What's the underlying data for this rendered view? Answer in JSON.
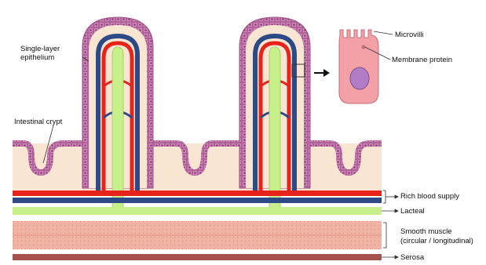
{
  "labels": {
    "epithelium_line1": "Single-layer",
    "epithelium_line2": "epithelium",
    "crypt": "Intestinal crypt",
    "microvilli": "Microvilli",
    "membrane_protein": "Membrane protein",
    "blood_supply": "Rich blood supply",
    "lacteal": "Lacteal",
    "smooth_muscle_line1": "Smooth muscle",
    "smooth_muscle_line2": "(circular / longitudinal)",
    "serosa": "Serosa"
  },
  "colors": {
    "epithelium": "#cf86b8",
    "epithelium_dark": "#9c4f86",
    "lamina_propria": "#f8e6d3",
    "artery": "#e8231b",
    "vein": "#2b4a86",
    "lacteal": "#c8f08a",
    "muscle": "#f1b3a3",
    "serosa": "#a8504f",
    "nucleus": "#b07cc4"
  }
}
